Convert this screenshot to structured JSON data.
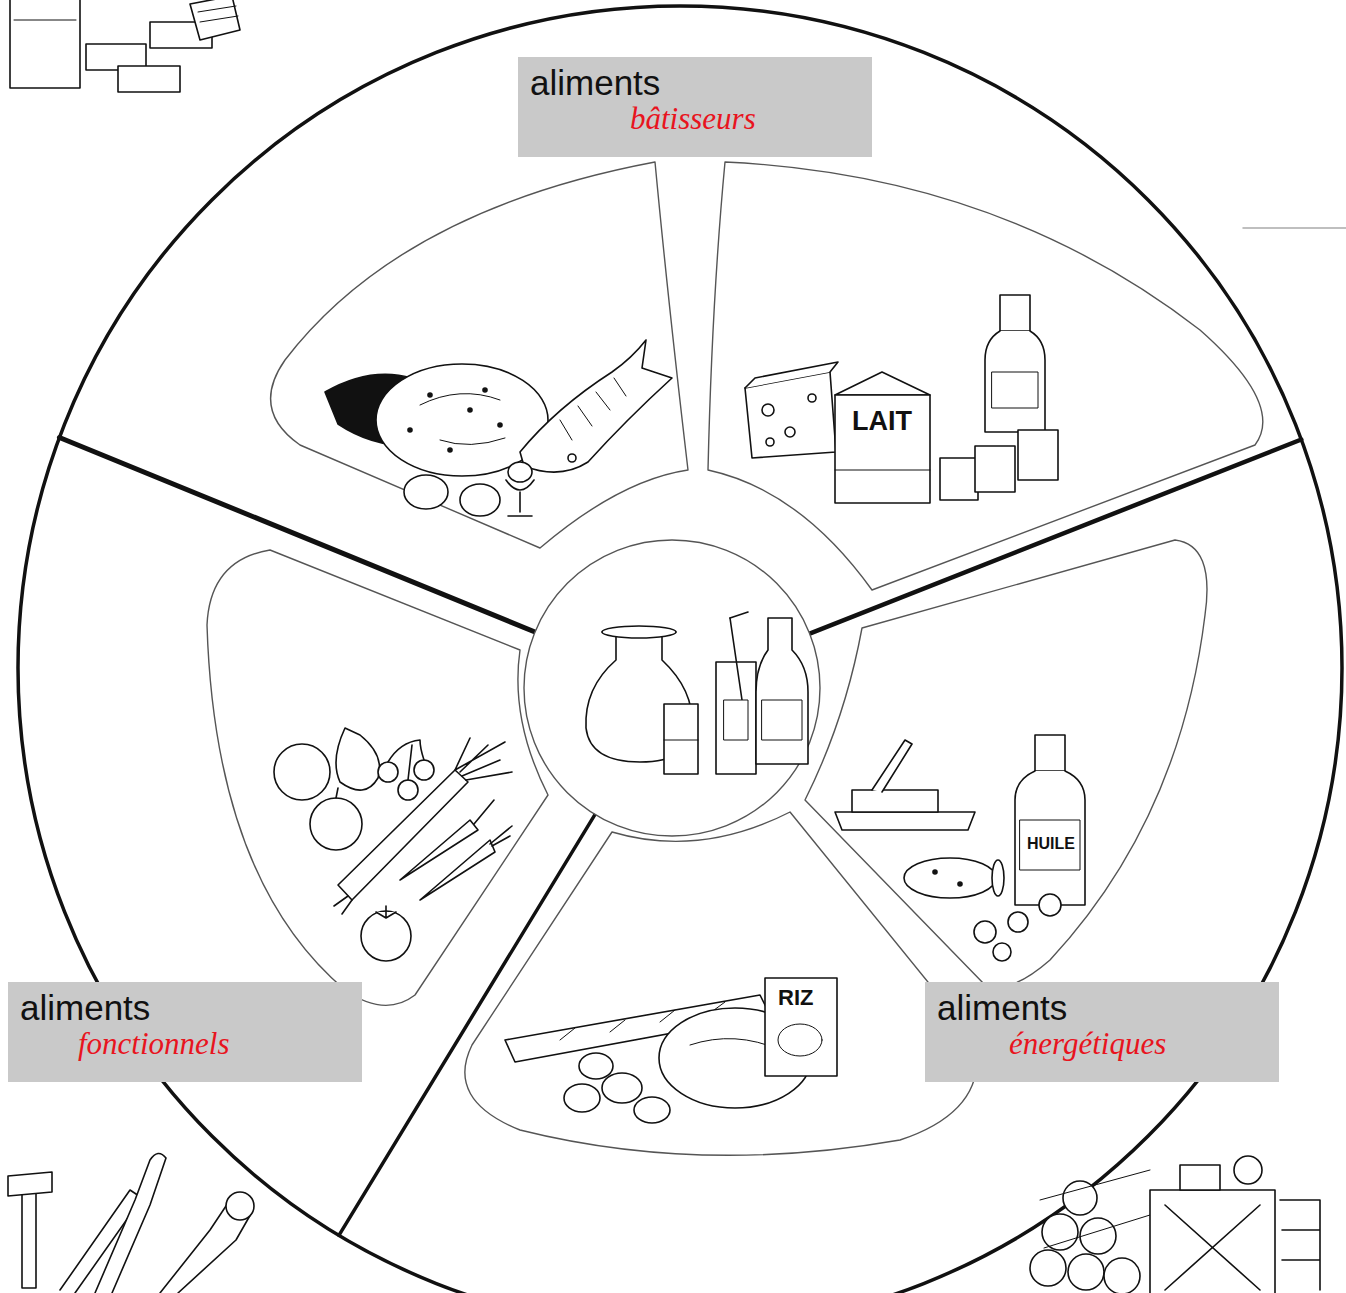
{
  "diagram": {
    "nodes": [
      {
        "text": [
          "aliments",
          "bâtisseurs"
        ]
      },
      {
        "text": [
          "aliments",
          "fonctionnels"
        ]
      },
      {
        "text": [
          "aliments",
          "énergétiques"
        ]
      }
    ],
    "labels": [
      "LAIT",
      "HUILE",
      "RIZ"
    ]
  }
}
